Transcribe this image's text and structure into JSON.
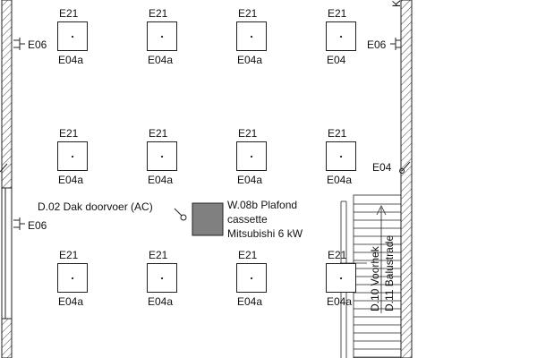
{
  "fixtures": [
    {
      "top": "E21",
      "bottom": "E04a"
    },
    {
      "top": "E21",
      "bottom": "E04a"
    },
    {
      "top": "E21",
      "bottom": "E04a"
    },
    {
      "top": "E21",
      "bottom": "E04"
    },
    {
      "top": "E21",
      "bottom": "E04a"
    },
    {
      "top": "E21",
      "bottom": "E04a"
    },
    {
      "top": "E21",
      "bottom": "E04a"
    },
    {
      "top": "E21",
      "bottom": "E04a"
    },
    {
      "top": "E21",
      "bottom": "E04a"
    },
    {
      "top": "E21",
      "bottom": "E04a"
    },
    {
      "top": "E21",
      "bottom": "E04a"
    },
    {
      "top": "E21",
      "bottom": "E04a"
    }
  ],
  "sockets": {
    "left_top": "E06",
    "right_top": "E06",
    "left_mid": "E06"
  },
  "switch": {
    "label": "E04"
  },
  "duct": {
    "label": "D.02 Dak doorvoer (AC)"
  },
  "ac_unit": {
    "line1": "W.08b Plafond",
    "line2": "cassette",
    "line3": "Mitsubishi 6 kW",
    "fill": "#808080"
  },
  "stairs": {
    "label1": "D.10 Voorhek",
    "label2": "D.11 Balustrade"
  },
  "corner_text": "K"
}
